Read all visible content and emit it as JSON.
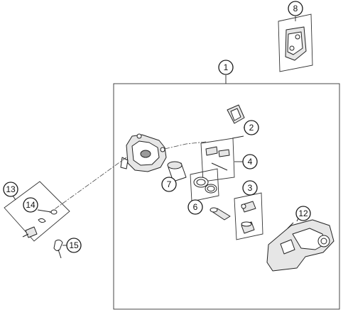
{
  "callouts": [
    {
      "id": "1",
      "label": "1"
    },
    {
      "id": "2",
      "label": "2"
    },
    {
      "id": "3",
      "label": "3"
    },
    {
      "id": "4",
      "label": "4"
    },
    {
      "id": "6",
      "label": "6"
    },
    {
      "id": "7",
      "label": "7"
    },
    {
      "id": "8",
      "label": "8"
    },
    {
      "id": "12",
      "label": "12"
    },
    {
      "id": "13",
      "label": "13"
    },
    {
      "id": "14",
      "label": "14"
    },
    {
      "id": "15",
      "label": "15"
    }
  ],
  "colors": {
    "line": "#222222",
    "fill": "#ffffff",
    "shade": "#e6e6e6",
    "dark": "#9a9a9a"
  }
}
